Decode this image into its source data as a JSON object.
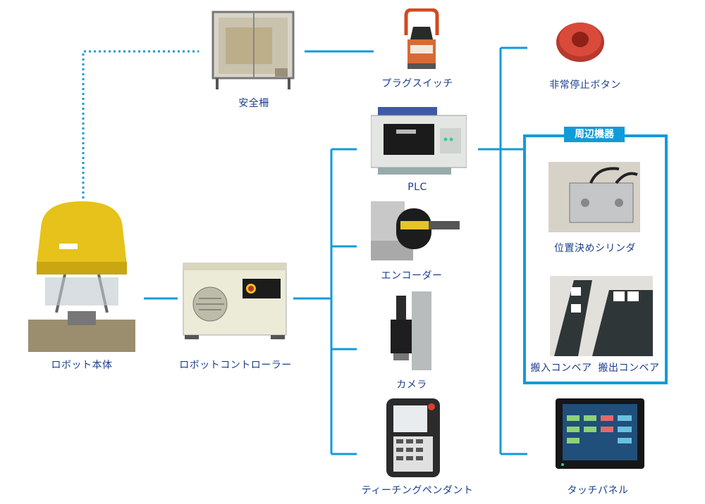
{
  "nodes": {
    "robot_body": "ロボット本体",
    "safety_fence": "安全柵",
    "plug_switch": "プラグスイッチ",
    "emergency_stop": "非常停止ボタン",
    "plc": "PLC",
    "controller": "ロボットコントローラー",
    "encoder": "エンコーダー",
    "camera": "カメラ",
    "teach_pendant": "ティーチングペンダント",
    "cylinder": "位置決めシリンダ",
    "in_conveyor": "搬入コンベア",
    "out_conveyor": "搬出コンベア",
    "touch_panel": "タッチパネル"
  },
  "group_title": "周辺機器",
  "colors": {
    "line": "#119bd9",
    "label": "#1a3e8c"
  }
}
